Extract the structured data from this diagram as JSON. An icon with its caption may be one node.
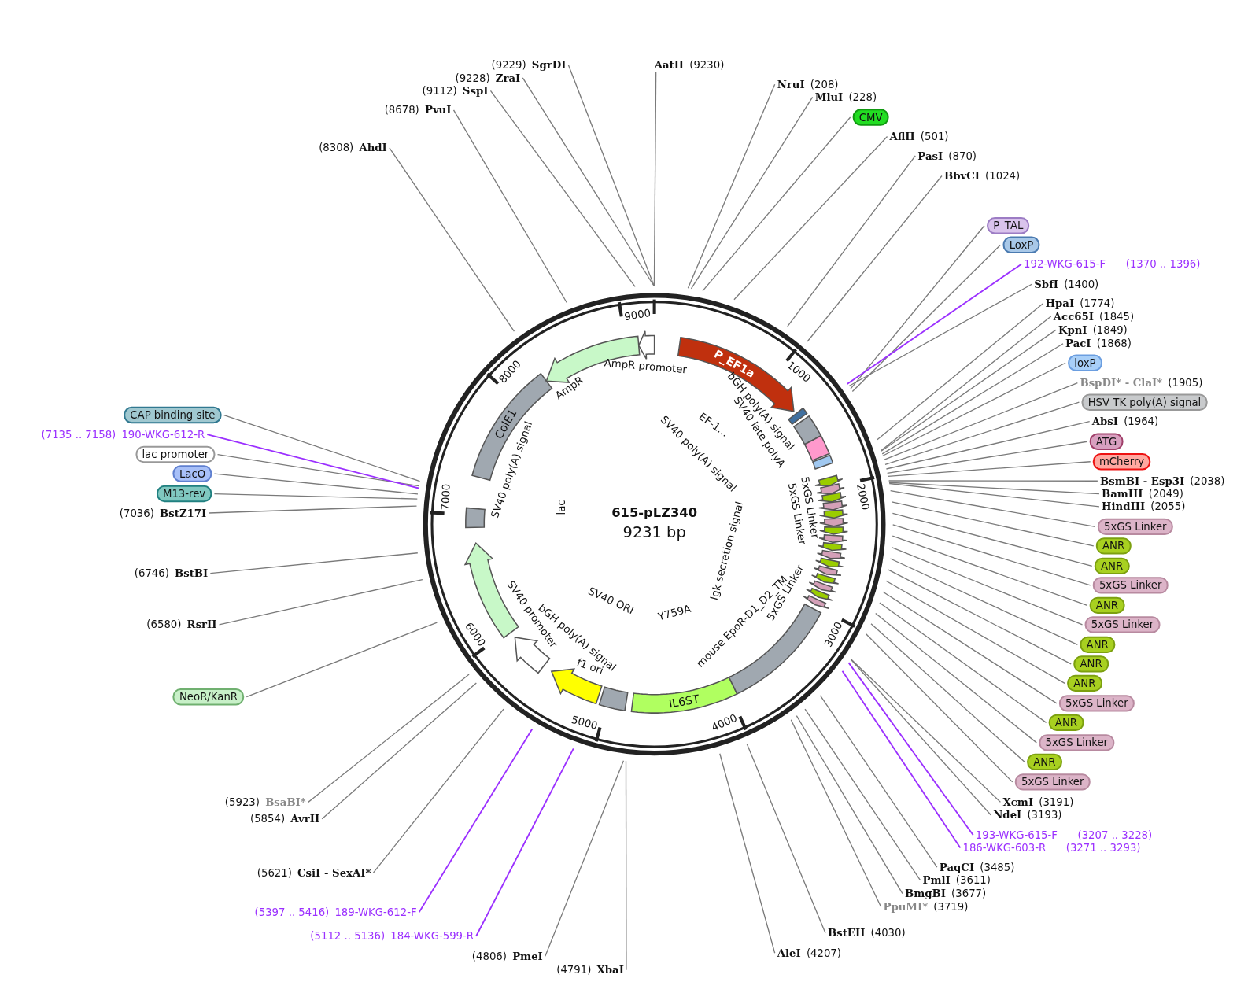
{
  "diagram": {
    "title": "615-pLZ340",
    "nodes": [
      {
        "text": [
          "AatII",
          "(9230)"
        ]
      },
      {
        "text": [
          "NruI",
          "(208)"
        ]
      },
      {
        "text": [
          "MluI",
          "(228)"
        ]
      },
      {
        "text": [
          "CMV"
        ]
      },
      {
        "text": [
          "AflII",
          "(501)"
        ]
      },
      {
        "text": [
          "PasI",
          "(870)"
        ]
      },
      {
        "text": [
          "BbvCI",
          "(1024)"
        ]
      },
      {
        "text": [
          "P_TAL"
        ]
      },
      {
        "text": [
          "LoxP"
        ]
      },
      {
        "text": [
          "192-WKG-615-F",
          "(1370 .. 1396)"
        ]
      },
      {
        "text": [
          "SbfI",
          "(1400)"
        ]
      },
      {
        "text": [
          "HpaI",
          "(1774)"
        ]
      },
      {
        "text": [
          "Acc65I",
          "(1845)"
        ]
      },
      {
        "text": [
          "KpnI",
          "(1849)"
        ]
      },
      {
        "text": [
          "PacI",
          "(1868)"
        ]
      },
      {
        "text": [
          "loxP"
        ]
      },
      {
        "text": [
          "BspDI* - ClaI*",
          "(1905)"
        ]
      },
      {
        "text": [
          "HSV TK poly(A) signal"
        ]
      },
      {
        "text": [
          "AbsI",
          "(1964)"
        ]
      },
      {
        "text": [
          "ATG"
        ]
      },
      {
        "text": [
          "mCherry"
        ]
      },
      {
        "text": [
          "BsmBI - Esp3I",
          "(2038)"
        ]
      },
      {
        "text": [
          "BamHI",
          "(2049)"
        ]
      },
      {
        "text": [
          "HindIII",
          "(2055)"
        ]
      },
      {
        "text": [
          "5xGS Linker"
        ]
      },
      {
        "text": [
          "ANR"
        ]
      },
      {
        "text": [
          "ANR"
        ]
      },
      {
        "text": [
          "5xGS Linker"
        ]
      },
      {
        "text": [
          "ANR"
        ]
      },
      {
        "text": [
          "5xGS Linker"
        ]
      },
      {
        "text": [
          "ANR"
        ]
      },
      {
        "text": [
          "ANR"
        ]
      },
      {
        "text": [
          "ANR"
        ]
      },
      {
        "text": [
          "5xGS Linker"
        ]
      },
      {
        "text": [
          "ANR"
        ]
      },
      {
        "text": [
          "5xGS Linker"
        ]
      },
      {
        "text": [
          "ANR"
        ]
      },
      {
        "text": [
          "5xGS Linker"
        ]
      },
      {
        "text": [
          "XcmI",
          "(3191)"
        ]
      },
      {
        "text": [
          "NdeI",
          "(3193)"
        ]
      },
      {
        "text": [
          "193-WKG-615-F",
          "(3207 .. 3228)"
        ]
      },
      {
        "text": [
          "186-WKG-603-R",
          "(3271 .. 3293)"
        ]
      },
      {
        "text": [
          "PaqCI",
          "(3485)"
        ]
      },
      {
        "text": [
          "PmlI",
          "(3611)"
        ]
      },
      {
        "text": [
          "BmgBI",
          "(3677)"
        ]
      },
      {
        "text": [
          "PpuMI*",
          "(3719)"
        ]
      },
      {
        "text": [
          "BstEII",
          "(4030)"
        ]
      },
      {
        "text": [
          "AleI",
          "(4207)"
        ]
      },
      {
        "text": [
          "(4791)",
          "XbaI"
        ]
      },
      {
        "text": [
          "(4806)",
          "PmeI"
        ]
      },
      {
        "text": [
          "(5112 .. 5136)",
          "184-WKG-599-R"
        ]
      },
      {
        "text": [
          "(5397 .. 5416)",
          "189-WKG-612-F"
        ]
      },
      {
        "text": [
          "(5621)",
          "CsiI - SexAI*"
        ]
      },
      {
        "text": [
          "(5854)",
          "AvrII"
        ]
      },
      {
        "text": [
          "(5923)",
          "BsaBI*"
        ]
      },
      {
        "text": [
          "NeoR/KanR"
        ]
      },
      {
        "text": [
          "(6580)",
          "RsrII"
        ]
      },
      {
        "text": [
          "(6746)",
          "BstBI"
        ]
      },
      {
        "text": [
          "(7036)",
          "BstZ17I"
        ]
      },
      {
        "text": [
          "M13-rev"
        ]
      },
      {
        "text": [
          "LacO"
        ]
      },
      {
        "text": [
          "lac promoter"
        ]
      },
      {
        "text": [
          "(7135 .. 7158)",
          "190-WKG-612-R"
        ]
      },
      {
        "text": [
          "CAP binding site"
        ]
      },
      {
        "text": [
          "(9229)",
          "SgrDI"
        ]
      },
      {
        "text": [
          "(9228)",
          "ZraI"
        ]
      },
      {
        "text": [
          "(9112)",
          "SspI"
        ]
      },
      {
        "text": [
          "(8678)",
          "PvuI"
        ]
      },
      {
        "text": [
          "(8308)",
          "AhdI"
        ]
      },
      {
        "text": [
          "P_EF1a"
        ]
      },
      {
        "text": [
          "ColE1"
        ]
      },
      {
        "text": [
          "IL6ST"
        ]
      },
      {
        "text": [],
        "shape": "arrow"
      },
      {
        "text": [],
        "shape": "arrow"
      },
      {
        "text": [],
        "shape": "box"
      },
      {
        "text": [],
        "shape": "box"
      },
      {
        "text": [],
        "shape": "box"
      },
      {
        "text": [],
        "shape": "box"
      },
      {
        "text": [],
        "shape": "arrow"
      },
      {
        "text": [],
        "shape": "arrow"
      },
      {
        "text": [],
        "shape": "arrow"
      },
      {
        "text": [],
        "shape": "arrow"
      },
      {
        "text": [],
        "shape": "arrow"
      },
      {
        "text": [],
        "shape": "arrow"
      },
      {
        "text": [],
        "shape": "arrow"
      },
      {
        "text": [],
        "shape": "arrow"
      },
      {
        "text": [],
        "shape": "arrow"
      },
      {
        "text": [],
        "shape": "arrow"
      },
      {
        "text": [],
        "shape": "arrow"
      },
      {
        "text": [],
        "shape": "arrow"
      },
      {
        "text": [],
        "shape": "arrow"
      },
      {
        "text": [],
        "shape": "arrow"
      },
      {
        "text": [],
        "shape": "arrow"
      },
      {
        "text": [],
        "shape": "arrow"
      },
      {
        "text": [],
        "shape": "box"
      },
      {
        "text": [],
        "shape": "box"
      },
      {
        "text": [],
        "shape": "arrow"
      },
      {
        "text": [],
        "shape": "arrow"
      },
      {
        "text": [],
        "shape": "arrow"
      },
      {
        "text": [],
        "shape": "box"
      }
    ],
    "edges": [
      {
        "from": 0,
        "to": null,
        "arrow": "none"
      },
      {
        "from": 1,
        "to": null,
        "arrow": "none"
      },
      {
        "from": 2,
        "to": null,
        "arrow": "none"
      },
      {
        "from": 3,
        "to": null,
        "arrow": "none"
      },
      {
        "from": 4,
        "to": null,
        "arrow": "none"
      },
      {
        "from": 5,
        "to": null,
        "arrow": "none"
      },
      {
        "from": 6,
        "to": null,
        "arrow": "none"
      },
      {
        "from": 7,
        "to": null,
        "arrow": "none"
      },
      {
        "from": 8,
        "to": null,
        "arrow": "none"
      },
      {
        "from": 9,
        "to": null,
        "arrow": "none",
        "color": "#9b30ff"
      },
      {
        "from": 10,
        "to": null,
        "arrow": "none"
      },
      {
        "from": 11,
        "to": null,
        "arrow": "none"
      },
      {
        "from": 12,
        "to": null,
        "arrow": "none"
      },
      {
        "from": 13,
        "to": null,
        "arrow": "none"
      },
      {
        "from": 14,
        "to": null,
        "arrow": "none"
      },
      {
        "from": 15,
        "to": null,
        "arrow": "none"
      },
      {
        "from": 16,
        "to": null,
        "arrow": "none"
      },
      {
        "from": 17,
        "to": null,
        "arrow": "none"
      },
      {
        "from": 18,
        "to": null,
        "arrow": "none"
      },
      {
        "from": 19,
        "to": null,
        "arrow": "none"
      },
      {
        "from": 20,
        "to": null,
        "arrow": "none"
      },
      {
        "from": 21,
        "to": null,
        "arrow": "none"
      },
      {
        "from": 22,
        "to": null,
        "arrow": "none"
      },
      {
        "from": 23,
        "to": null,
        "arrow": "none"
      },
      {
        "from": 24,
        "to": null,
        "arrow": "none"
      },
      {
        "from": 25,
        "to": null,
        "arrow": "none"
      },
      {
        "from": 26,
        "to": null,
        "arrow": "none"
      },
      {
        "from": 27,
        "to": null,
        "arrow": "none"
      },
      {
        "from": 28,
        "to": null,
        "arrow": "none"
      },
      {
        "from": 29,
        "to": null,
        "arrow": "none"
      },
      {
        "from": 30,
        "to": null,
        "arrow": "none"
      },
      {
        "from": 31,
        "to": null,
        "arrow": "none"
      },
      {
        "from": 32,
        "to": null,
        "arrow": "none"
      },
      {
        "from": 33,
        "to": null,
        "arrow": "none"
      },
      {
        "from": 34,
        "to": null,
        "arrow": "none"
      },
      {
        "from": 35,
        "to": null,
        "arrow": "none"
      },
      {
        "from": 36,
        "to": null,
        "arrow": "none"
      },
      {
        "from": 37,
        "to": null,
        "arrow": "none"
      },
      {
        "from": 38,
        "to": null,
        "arrow": "none"
      },
      {
        "from": 39,
        "to": null,
        "arrow": "none"
      },
      {
        "from": 40,
        "to": null,
        "arrow": "none",
        "color": "#9b30ff"
      },
      {
        "from": 41,
        "to": null,
        "arrow": "none",
        "color": "#9b30ff"
      },
      {
        "from": 42,
        "to": null,
        "arrow": "none"
      },
      {
        "from": 43,
        "to": null,
        "arrow": "none"
      },
      {
        "from": 44,
        "to": null,
        "arrow": "none"
      },
      {
        "from": 45,
        "to": null,
        "arrow": "none"
      },
      {
        "from": 46,
        "to": null,
        "arrow": "none"
      },
      {
        "from": 47,
        "to": null,
        "arrow": "none"
      },
      {
        "from": 48,
        "to": null,
        "arrow": "none"
      },
      {
        "from": 49,
        "to": null,
        "arrow": "none"
      },
      {
        "from": 50,
        "to": null,
        "arrow": "none",
        "color": "#9b30ff"
      },
      {
        "from": 51,
        "to": null,
        "arrow": "none",
        "color": "#9b30ff"
      },
      {
        "from": 52,
        "to": null,
        "arrow": "none"
      },
      {
        "from": 53,
        "to": null,
        "arrow": "none"
      },
      {
        "from": 54,
        "to": null,
        "arrow": "none"
      },
      {
        "from": 55,
        "to": null,
        "arrow": "none"
      },
      {
        "from": 56,
        "to": null,
        "arrow": "none"
      },
      {
        "from": 57,
        "to": null,
        "arrow": "none"
      },
      {
        "from": 58,
        "to": null,
        "arrow": "none"
      },
      {
        "from": 59,
        "to": null,
        "arrow": "none"
      },
      {
        "from": 60,
        "to": null,
        "arrow": "none"
      },
      {
        "from": 61,
        "to": null,
        "arrow": "none"
      },
      {
        "from": 62,
        "to": null,
        "arrow": "none",
        "color": "#9b30ff"
      },
      {
        "from": 63,
        "to": null,
        "arrow": "none"
      },
      {
        "from": 64,
        "to": null,
        "arrow": "none"
      },
      {
        "from": 65,
        "to": null,
        "arrow": "none"
      },
      {
        "from": 66,
        "to": null,
        "arrow": "none"
      },
      {
        "from": 67,
        "to": null,
        "arrow": "none"
      },
      {
        "from": 68,
        "to": null,
        "arrow": "none"
      }
    ],
    "labels": [
      "9000",
      "1000",
      "2000",
      "3000",
      "5000",
      "4000",
      "6000",
      "7000",
      "8000",
      "AmpR promoter",
      "AmpR",
      "SV40 poly(A) signal",
      "lac",
      "bGH poly(A) signal",
      "SV40 late polyA",
      "EF-1...",
      "SV40 poly(A) signal",
      "5xGS Linker",
      "5xGS Linker",
      "Igk secretion signal",
      "mouse EpoR-D1_D2_TM",
      "5xGS Linker",
      "Y759A",
      "SV40 ORI",
      "bGH poly(A) signal",
      "SV40 promoter",
      "f1 ori",
      "9231 bp"
    ]
  }
}
